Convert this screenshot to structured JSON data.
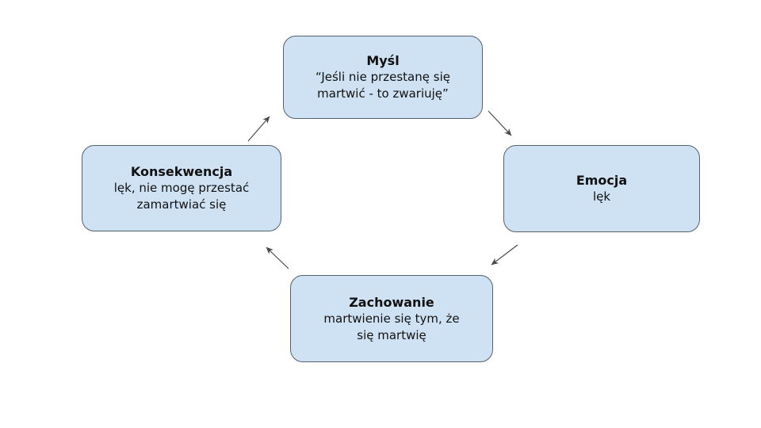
{
  "diagram": {
    "colors": {
      "background": "#ffffff",
      "node_fill": "#cfe2f3",
      "node_border": "#55616d",
      "arrow": "#4a4a4a",
      "text": "#111111"
    },
    "nodes": {
      "mysl": {
        "title": "Myśl",
        "body": [
          "“Jeśli nie przestanę się",
          "martwić - to zwariuję”"
        ]
      },
      "emocja": {
        "title": "Emocja",
        "body": [
          "lęk"
        ]
      },
      "zachowanie": {
        "title": "Zachowanie",
        "body": [
          "martwienie się tym, że",
          "się martwię"
        ]
      },
      "konsekwencja": {
        "title": "Konsekwencja",
        "body": [
          "lęk, nie mogę przestać",
          "zamartwiać się"
        ]
      }
    },
    "connections": [
      {
        "from": "Konsekwencja",
        "to": "Myśl"
      },
      {
        "from": "Myśl",
        "to": "Emocja"
      },
      {
        "from": "Emocja",
        "to": "Zachowanie"
      },
      {
        "from": "Zachowanie",
        "to": "Konsekwencja"
      }
    ]
  }
}
